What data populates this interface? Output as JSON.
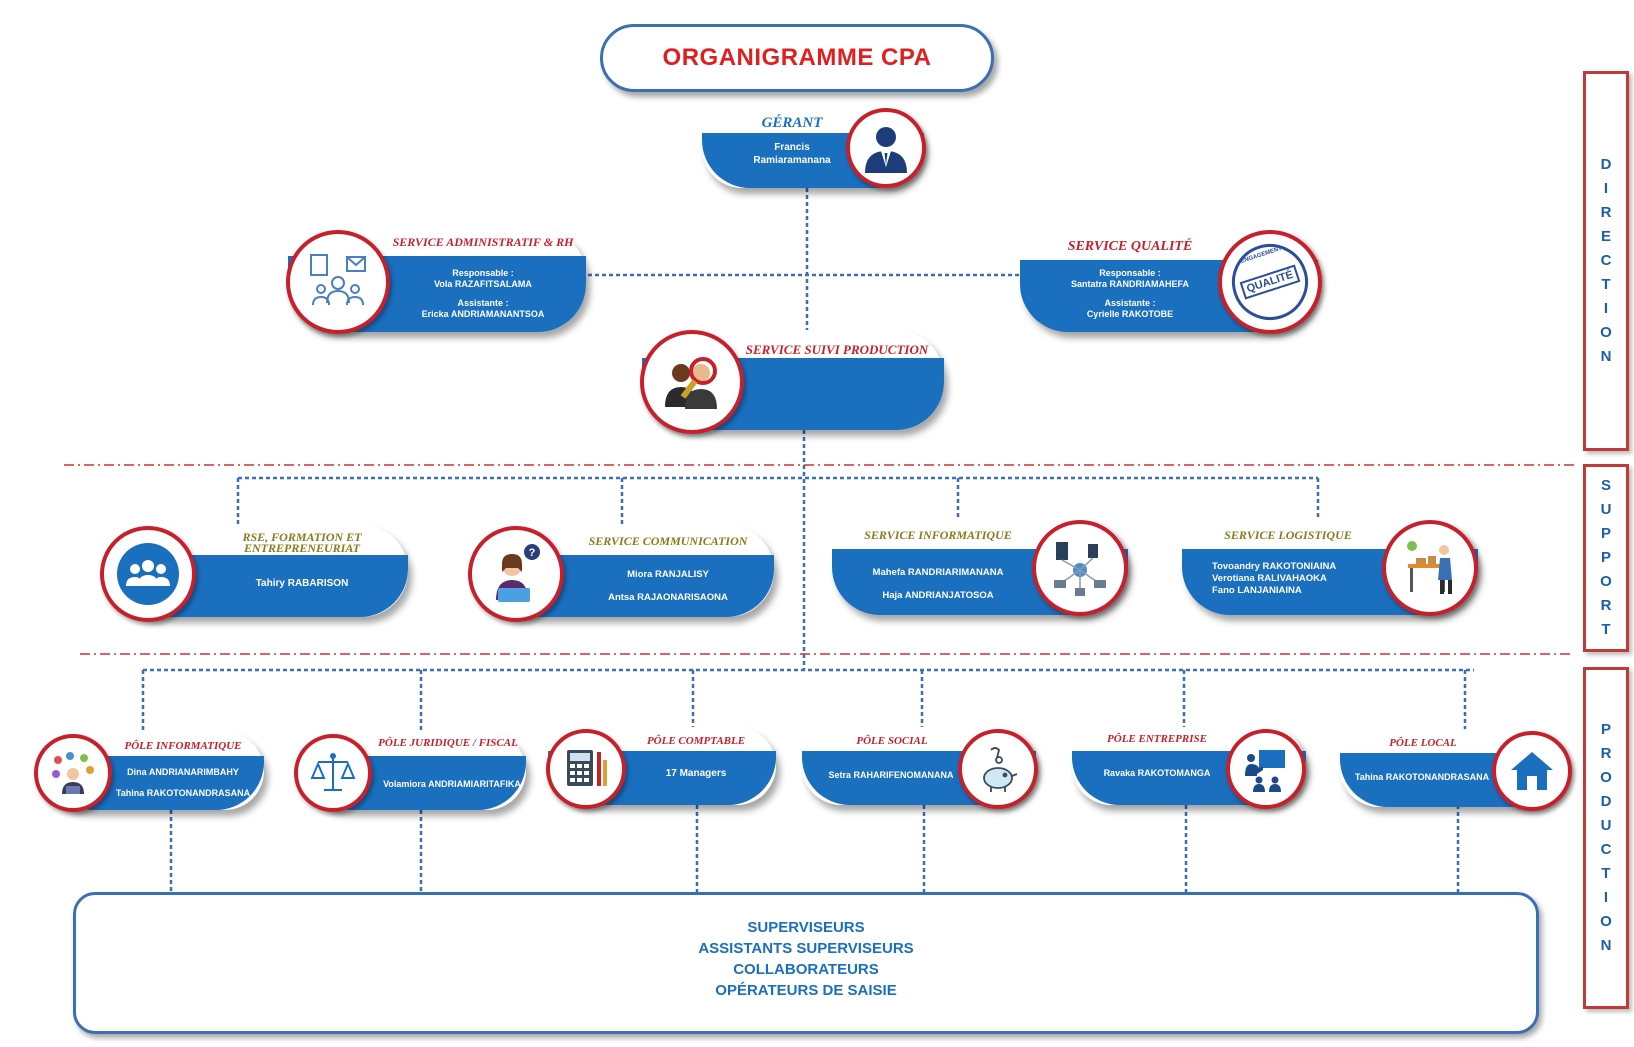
{
  "title": "ORGANIGRAMME  CPA",
  "side_labels": {
    "direction": [
      "D",
      "I",
      "R",
      "E",
      "C",
      "T",
      "I",
      "O",
      "N"
    ],
    "support": [
      "S",
      "U",
      "P",
      "P",
      "O",
      "R",
      "T"
    ],
    "production": [
      "P",
      "R",
      "O",
      "D",
      "U",
      "C",
      "T",
      "I",
      "O",
      "N"
    ]
  },
  "gerant": {
    "title": "GÉRANT",
    "lines": [
      "Francis",
      "Ramiaramanana"
    ],
    "icon": "businessman-icon"
  },
  "admin": {
    "title": "SERVICE ADMINISTRATIF & RH",
    "lines": [
      "Responsable :",
      "Vola RAZAFITSALAMA",
      "Assistante :",
      "Ericka ANDRIAMANANTSOA"
    ],
    "icon": "documents-team-icon"
  },
  "qualite": {
    "title": "SERVICE QUALITÉ",
    "lines": [
      "Responsable :",
      "Santatra RANDRIAMAHEFA",
      "Assistante :",
      "Cyrielle RAKOTOBE"
    ],
    "icon": "quality-stamp-icon",
    "stamp_text": "QUALITÉ",
    "stamp_ring": "ENGAGEMENT"
  },
  "suivi": {
    "title": "SERVICE SUIVI PRODUCTION",
    "icon": "search-people-icon"
  },
  "rse": {
    "title": "RSE, FORMATION ET ENTREPRENEURIAT",
    "lines": [
      "Tahiry RABARISON"
    ],
    "icon": "group-icon"
  },
  "communication": {
    "title": "SERVICE COMMUNICATION",
    "lines": [
      "Miora RANJALISY",
      "Antsa RAJAONARISAONA"
    ],
    "icon": "support-agent-icon"
  },
  "informatique": {
    "title": "SERVICE INFORMATIQUE",
    "lines": [
      "Mahefa RANDRIARIMANANA",
      "Haja ANDRIANJATOSOA"
    ],
    "icon": "network-icon"
  },
  "logistique": {
    "title": "SERVICE LOGISTIQUE",
    "lines": [
      "Tovoandry RAKOTONIAINA",
      "Verotiana RALIVAHAOKA",
      "Fano LANJANIAINA"
    ],
    "icon": "desk-worker-icon"
  },
  "poles": [
    {
      "title": "PÔLE INFORMATIQUE",
      "lines": [
        "Dina ANDRIANARIMBAHY",
        "Tahina RAKOTONANDRASANA"
      ],
      "icon": "developer-icon"
    },
    {
      "title": "PÔLE JURIDIQUE / FISCAL",
      "lines": [
        "Volamiora ANDRIAMIARITAFIKA"
      ],
      "icon": "scales-icon"
    },
    {
      "title": "PÔLE COMPTABLE",
      "lines": [
        "17 Managers"
      ],
      "icon": "calculator-icon"
    },
    {
      "title": "PÔLE SOCIAL",
      "lines": [
        "Setra RAHARIFENOMANANA"
      ],
      "icon": "piggy-bank-icon"
    },
    {
      "title": "PÔLE ENTREPRISE",
      "lines": [
        "Ravaka RAKOTOMANGA"
      ],
      "icon": "presentation-icon"
    },
    {
      "title": "PÔLE LOCAL",
      "lines": [
        "Tahina RAKOTONANDRASANA"
      ],
      "icon": "home-icon"
    }
  ],
  "bottom": [
    "SUPERVISEURS",
    "ASSISTANTS SUPERVISEURS",
    "COLLABORATEURS",
    "OPÉRATEURS DE SAISIE"
  ],
  "colors": {
    "band": "#1a6fbf",
    "ring": "#c8202a",
    "title_red": "#e02020",
    "title_gold": "#8a7a1a",
    "line": "#3a6fb5"
  }
}
